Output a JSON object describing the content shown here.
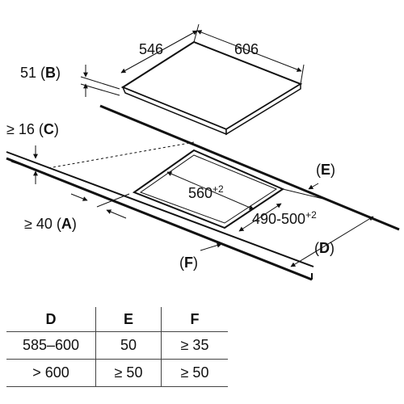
{
  "diagram": {
    "labels": {
      "hob_depth": "546",
      "hob_width": "606",
      "hob_height_value": "51",
      "label_b": "B",
      "worktop_min_thickness_prefix": "≥ 16",
      "label_c": "C",
      "front_distance_prefix": "≥ 40",
      "label_a": "A",
      "cutout_width": "560",
      "cutout_width_tol": "+2",
      "cutout_depth": "490-500",
      "cutout_depth_tol": "+2",
      "label_e": "E",
      "label_d": "D",
      "label_f": "F",
      "paren_open": "(",
      "paren_close": ")"
    }
  },
  "table": {
    "headers": [
      "D",
      "E",
      "F"
    ],
    "rows": [
      [
        "585–600",
        "50",
        "≥ 35"
      ],
      [
        "> 600",
        "≥ 50",
        "≥ 50"
      ]
    ]
  }
}
